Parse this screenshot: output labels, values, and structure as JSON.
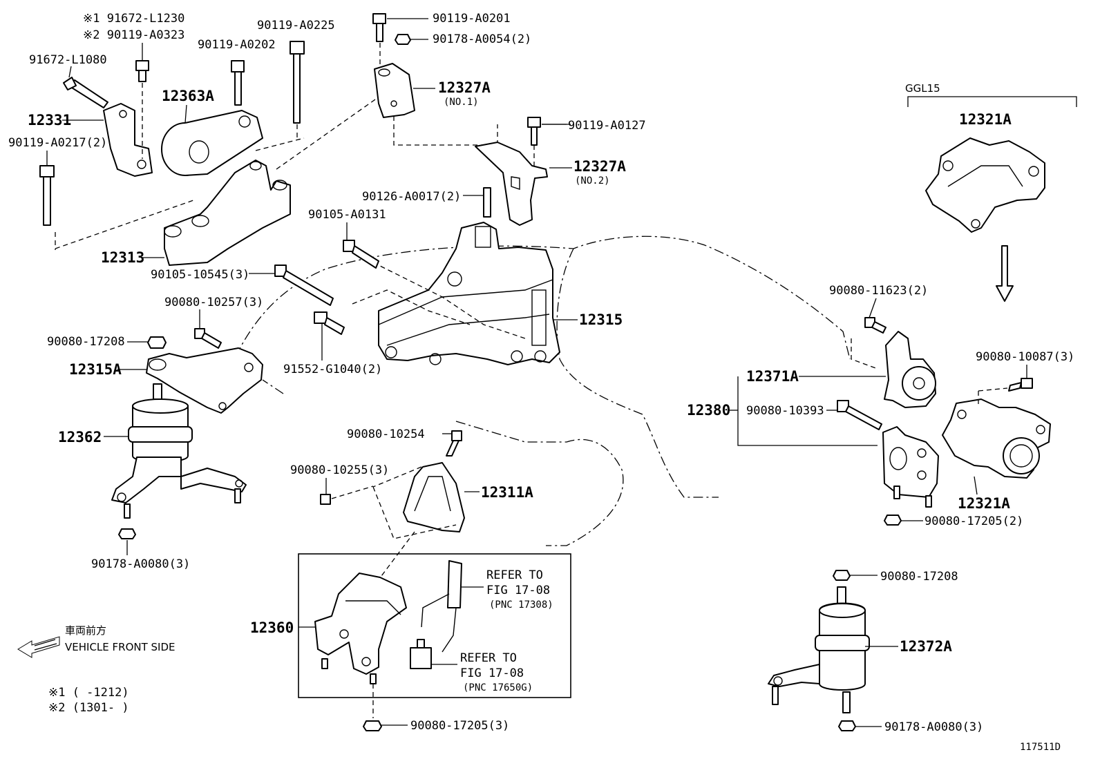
{
  "diagram": {
    "labels": {
      "p91672_L1230": "※1 91672-L1230",
      "p90119_A0323": "※2 90119-A0323",
      "p90119_A0225": "90119-A0225",
      "p90119_A0202": "90119-A0202",
      "p91672_L1080": "91672-L1080",
      "p12363A": "12363A",
      "p12331": "12331",
      "p90119_A0217": "90119-A0217(2)",
      "p12313": "12313",
      "p90119_A0201": "90119-A0201",
      "p90178_A0054": "90178-A0054(2)",
      "p12327A_1": "12327A",
      "no1": "(NO.1)",
      "p90119_A0127": "90119-A0127",
      "p12327A_2": "12327A",
      "no2": "(NO.2)",
      "p90126_A0017": "90126-A0017(2)",
      "p90105_A0131": "90105-A0131",
      "p90105_10545": "90105-10545(3)",
      "p90080_10257": "90080-10257(3)",
      "p90080_17208_a": "90080-17208",
      "p12315A": "12315A",
      "p12315": "12315",
      "p91552_G1040": "91552-G1040(2)",
      "p12362": "12362",
      "p90178_A0080_a": "90178-A0080(3)",
      "p90080_10254": "90080-10254",
      "p90080_10255": "90080-10255(3)",
      "p12311A": "12311A",
      "p12360": "12360",
      "refer1_a": "REFER TO",
      "refer1_b": "FIG 17-08",
      "refer1_c": "(PNC 17308)",
      "refer2_a": "REFER TO",
      "refer2_b": "FIG 17-08",
      "refer2_c": "(PNC 17650G)",
      "p90080_17205_a": "90080-17205(3)",
      "front_jp": "車両前方",
      "front_en": "VEHICLE FRONT SIDE",
      "note1": "※1 (     -1212)",
      "note2": "※2 (1301-     )",
      "ggl15": "GGL15",
      "p12321A_top": "12321A",
      "p90080_11623": "90080-11623(2)",
      "p90080_10087": "90080-10087(3)",
      "p12371A": "12371A",
      "p12380": "12380",
      "p90080_10393": "90080-10393",
      "p12321A_bot": "12321A",
      "p90080_17205_b": "90080-17205(2)",
      "p90080_17208_b": "90080-17208",
      "p12372A": "12372A",
      "p90178_A0080_b": "90178-A0080(3)",
      "fig_id": "117511D"
    }
  }
}
